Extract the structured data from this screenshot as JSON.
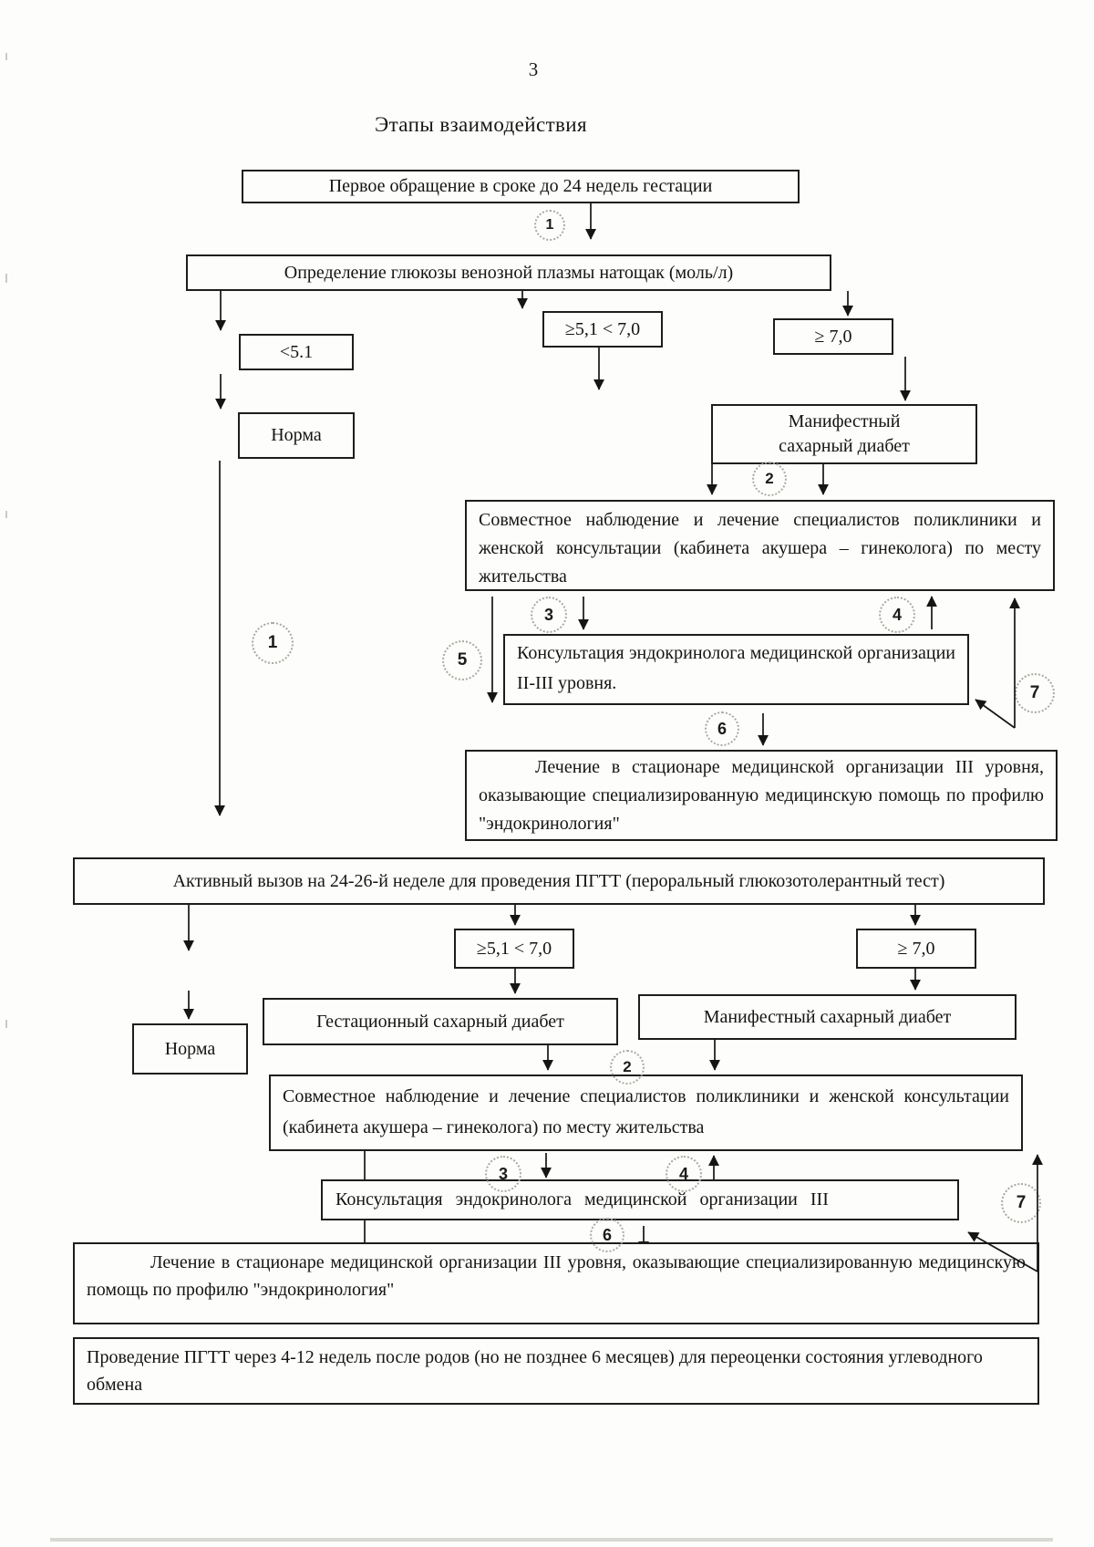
{
  "page": {
    "number": "3",
    "title": "Этапы взаимодействия"
  },
  "badges": {
    "n1": "1",
    "n2": "2",
    "n3": "3",
    "n4": "4",
    "n5": "5",
    "n6": "6",
    "n7": "7"
  },
  "stage1": {
    "first_visit": "Первое обращение в сроке до 24 недель гестации",
    "glucose_test": "Определение глюкозы венозной плазмы натощак (моль/л)",
    "lt51": "<5.1",
    "mid_range": "≥5,1 < 7,0",
    "high_range": "≥ 7,0",
    "norma": "Норма",
    "manifest_line1": "Манифестный",
    "manifest_line2": "сахарный диабет",
    "joint_care": "Совместное наблюдение и лечение специалистов поликлиники и женской консультации (кабинета акушера – гинеколога) по месту жительства",
    "endo_consult": "Консультация эндокринолога медицинской организации II-III уровня.",
    "hospital": "Лечение в стационаре медицинской организации III уровня, оказывающие специализированную медицинскую помощь по профилю \"эндокринология\""
  },
  "interstage": {
    "active_call": "Активный вызов на 24-26-й неделе для проведения ПГТТ (пероральный глюкозотолерантный тест)"
  },
  "stage2": {
    "mid_range": "≥5,1 < 7,0",
    "high_range": "≥ 7,0",
    "norma": "Норма",
    "gestational": "Гестационный сахарный диабет",
    "manifest": "Манифестный сахарный диабет",
    "joint_care": "Совместное наблюдение и лечение специалистов поликлиники и женской консультации (кабинета акушера – гинеколога) по месту жительства",
    "endo_consult": "Консультация эндокринолога медицинской организации III",
    "hospital": "Лечение в стационаре медицинской организации III уровня, оказывающие специализированную медицинскую помощь по профилю \"эндокринология\"",
    "pgtt_retest": "Проведение ПГТТ через 4-12 недель после родов (но не позднее 6 месяцев) для переоценки состояния углеводного обмена"
  },
  "colors": {
    "ink": "#1d1d1b",
    "badge_ring": "#a9a9a3"
  }
}
